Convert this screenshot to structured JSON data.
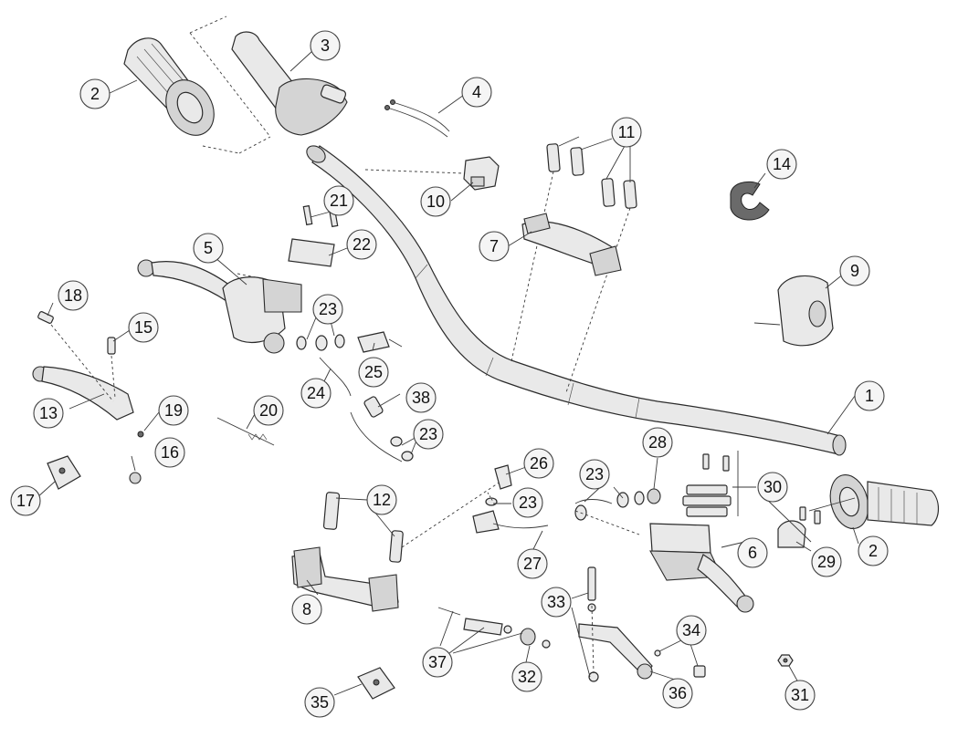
{
  "labels": {
    "c1": "1",
    "c2a": "2",
    "c2b": "2",
    "c3": "3",
    "c4": "4",
    "c5": "5",
    "c6": "6",
    "c7": "7",
    "c8": "8",
    "c9": "9",
    "c10": "10",
    "c11": "11",
    "c12": "12",
    "c13": "13",
    "c14": "14",
    "c15": "15",
    "c16": "16",
    "c17": "17",
    "c18": "18",
    "c19": "19",
    "c20": "20",
    "c21": "21",
    "c22": "22",
    "c23a": "23",
    "c23b": "23",
    "c23c": "23",
    "c23d": "23",
    "c24": "24",
    "c25": "25",
    "c26": "26",
    "c27": "27",
    "c28": "28",
    "c29": "29",
    "c30": "30",
    "c31": "31",
    "c32": "32",
    "c33": "33",
    "c34": "34",
    "c35": "35",
    "c36": "36",
    "c37": "37",
    "c38": "38"
  }
}
